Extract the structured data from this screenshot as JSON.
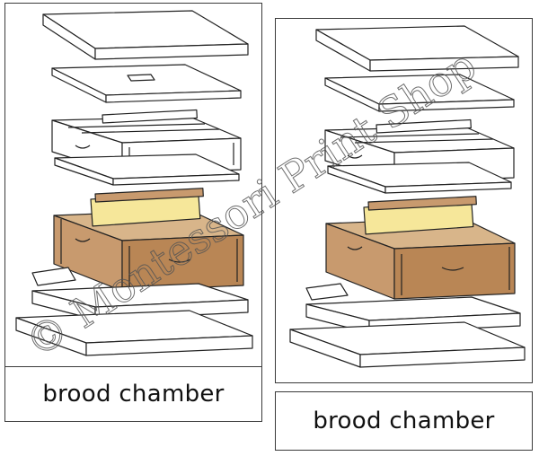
{
  "cards": {
    "left": {
      "label": "brood chamber"
    },
    "right": {
      "label": "brood chamber"
    }
  },
  "colors": {
    "brood_box": "#c89a6e",
    "brood_box_dark": "#a8774c",
    "comb": "#f6e79a",
    "outline": "#222222",
    "paper": "#ffffff"
  },
  "watermark": {
    "text": "© Montessori Print Shop"
  }
}
